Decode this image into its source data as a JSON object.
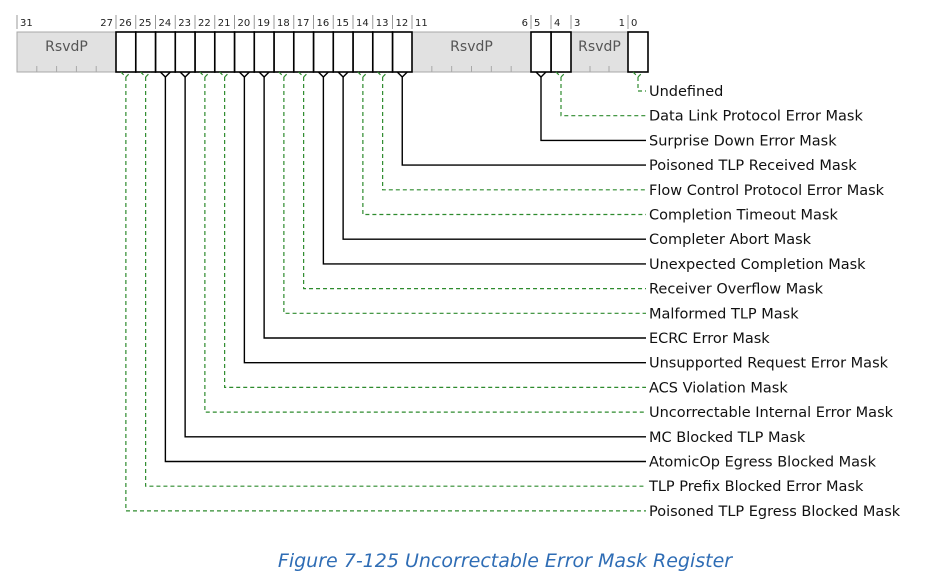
{
  "caption": "Figure  7-125  Uncorrectable Error Mask Register",
  "colors": {
    "reserved_fill": "#e1e1e1",
    "reserved_border": "#a8a8a8",
    "field_border": "#000000",
    "dashed_line": "#2e8b2e",
    "solid_line": "#000000",
    "caption": "#2f6db5"
  },
  "bit_labels": [
    {
      "text": "31",
      "bit": 31,
      "divider": true
    },
    {
      "text": "27",
      "bit": 27,
      "divider": false
    },
    {
      "text": "26",
      "bit": 26,
      "divider": true
    },
    {
      "text": "25",
      "bit": 25,
      "divider": true
    },
    {
      "text": "24",
      "bit": 24,
      "divider": true
    },
    {
      "text": "23",
      "bit": 23,
      "divider": true
    },
    {
      "text": "22",
      "bit": 22,
      "divider": true
    },
    {
      "text": "21",
      "bit": 21,
      "divider": true
    },
    {
      "text": "20",
      "bit": 20,
      "divider": true
    },
    {
      "text": "19",
      "bit": 19,
      "divider": true
    },
    {
      "text": "18",
      "bit": 18,
      "divider": true
    },
    {
      "text": "17",
      "bit": 17,
      "divider": true
    },
    {
      "text": "16",
      "bit": 16,
      "divider": true
    },
    {
      "text": "15",
      "bit": 15,
      "divider": true
    },
    {
      "text": "14",
      "bit": 14,
      "divider": true
    },
    {
      "text": "13",
      "bit": 13,
      "divider": true
    },
    {
      "text": "12",
      "bit": 12,
      "divider": true
    },
    {
      "text": "11",
      "bit": 11,
      "divider": true
    },
    {
      "text": "6",
      "bit": 6,
      "divider": false
    },
    {
      "text": "5",
      "bit": 5,
      "divider": true
    },
    {
      "text": "4",
      "bit": 4,
      "divider": true
    },
    {
      "text": "3",
      "bit": 3,
      "divider": true
    },
    {
      "text": "1",
      "bit": 1,
      "divider": false
    },
    {
      "text": "0",
      "bit": 0,
      "divider": true
    }
  ],
  "reserved_ranges": [
    {
      "label": "RsvdP",
      "hi": 31,
      "lo": 27
    },
    {
      "label": "RsvdP",
      "hi": 11,
      "lo": 6
    },
    {
      "label": "RsvdP",
      "hi": 3,
      "lo": 1
    }
  ],
  "fields": [
    {
      "bit": 0,
      "name": "Undefined",
      "line": "dashed"
    },
    {
      "bit": 4,
      "name": "Data Link Protocol Error Mask",
      "line": "dashed"
    },
    {
      "bit": 5,
      "name": "Surprise Down Error Mask",
      "line": "solid"
    },
    {
      "bit": 12,
      "name": "Poisoned TLP Received Mask",
      "line": "solid"
    },
    {
      "bit": 13,
      "name": "Flow Control Protocol Error Mask",
      "line": "dashed"
    },
    {
      "bit": 14,
      "name": "Completion Timeout Mask",
      "line": "dashed"
    },
    {
      "bit": 15,
      "name": "Completer Abort Mask",
      "line": "solid"
    },
    {
      "bit": 16,
      "name": "Unexpected Completion Mask",
      "line": "solid"
    },
    {
      "bit": 17,
      "name": "Receiver Overflow Mask",
      "line": "dashed"
    },
    {
      "bit": 18,
      "name": "Malformed TLP Mask",
      "line": "dashed"
    },
    {
      "bit": 19,
      "name": "ECRC Error Mask",
      "line": "solid"
    },
    {
      "bit": 20,
      "name": "Unsupported Request Error Mask",
      "line": "solid"
    },
    {
      "bit": 21,
      "name": "ACS Violation Mask",
      "line": "dashed"
    },
    {
      "bit": 22,
      "name": "Uncorrectable Internal Error Mask",
      "line": "dashed"
    },
    {
      "bit": 23,
      "name": "MC Blocked TLP Mask",
      "line": "solid"
    },
    {
      "bit": 24,
      "name": "AtomicOp Egress Blocked Mask",
      "line": "solid"
    },
    {
      "bit": 25,
      "name": "TLP Prefix Blocked Error Mask",
      "line": "dashed"
    },
    {
      "bit": 26,
      "name": "Poisoned TLP Egress Blocked Mask",
      "line": "dashed"
    }
  ]
}
